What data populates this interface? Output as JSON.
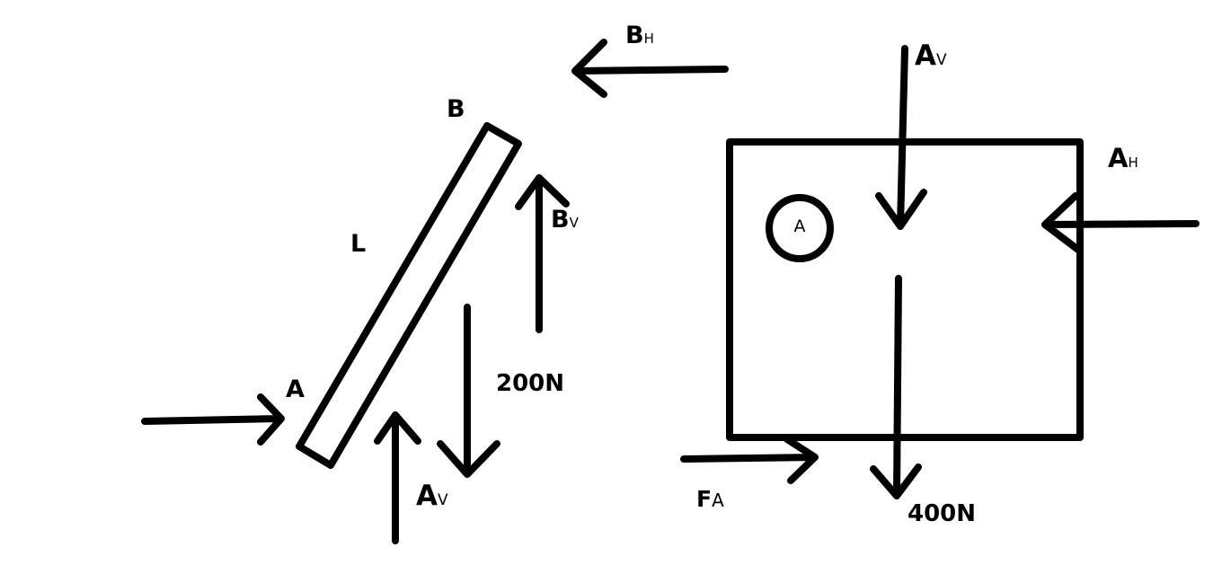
{
  "left_diagram": {
    "label_b": "B",
    "label_l": "L",
    "label_a": "A",
    "bh_main": "B",
    "bh_sub": "H",
    "bv_main": "B",
    "bv_sub": "V",
    "av_main": "A",
    "av_sub": "V",
    "force_200": "200N"
  },
  "right_diagram": {
    "pivot_label": "A",
    "av_main": "A",
    "av_sub": "V",
    "ah_main": "A",
    "ah_sub": "H",
    "fa_main": "F",
    "fa_sub": "A",
    "force_400": "400N"
  }
}
